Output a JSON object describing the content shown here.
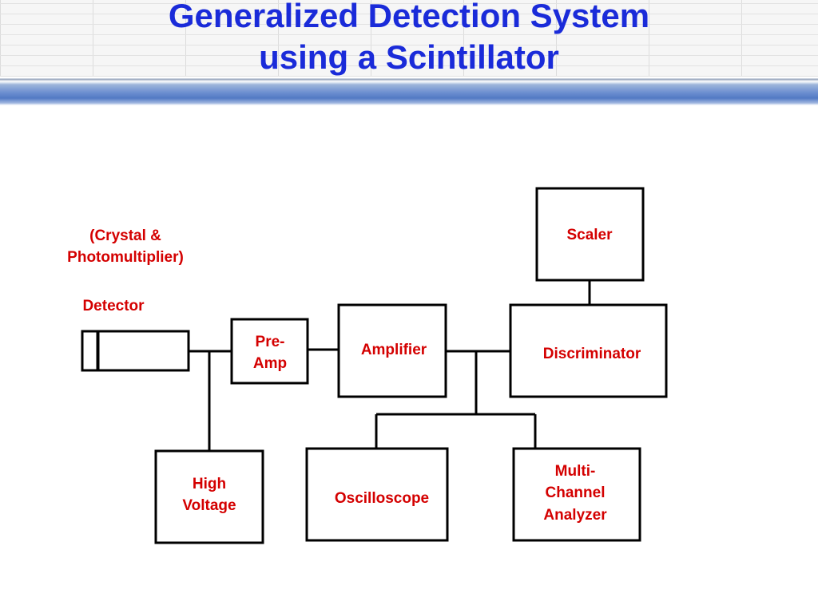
{
  "slide": {
    "title_line1": "Generalized Detection System",
    "title_line2": "using a Scintillator"
  },
  "diagram": {
    "detector_note_line1": "(Crystal &",
    "detector_note_line2": "Photomultiplier)",
    "detector_label": "Detector",
    "preamp_line1": "Pre-",
    "preamp_line2": "Amp",
    "amplifier": "Amplifier",
    "discriminator": "Discriminator",
    "scaler": "Scaler",
    "high_voltage_line1": "High",
    "high_voltage_line2": "Voltage",
    "oscilloscope": "Oscilloscope",
    "mca_line1": "Multi-",
    "mca_line2": "Channel",
    "mca_line3": "Analyzer"
  },
  "colors": {
    "title": "#1a2bd9",
    "label": "#d40000",
    "lines": "#000000"
  }
}
